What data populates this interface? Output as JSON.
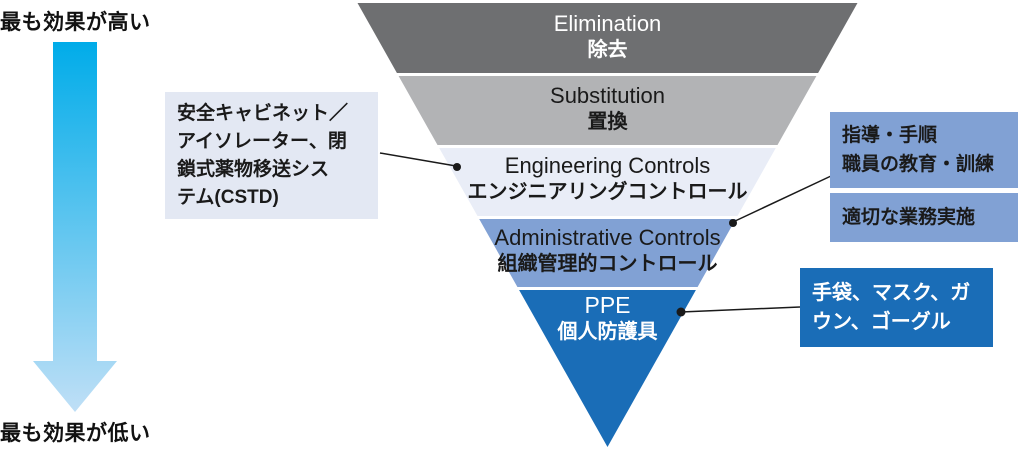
{
  "colors": {
    "background": "#ffffff",
    "leader_line": "#1a1a1a",
    "arrow_gradient_top": "#00ace9",
    "arrow_gradient_bottom": "#bfdff6"
  },
  "effectiveness_scale": {
    "high_label": "最も効果が高い",
    "low_label": "最も効果が低い",
    "arrow_icon": "down-arrow"
  },
  "pyramid": {
    "type": "inverted-pyramid-hierarchy-of-controls",
    "levels": [
      {
        "name_en": "Elimination",
        "name_ja": "除去",
        "fill": "#6e6f71",
        "text_color": "#ffffff"
      },
      {
        "name_en": "Substitution",
        "name_ja": "置換",
        "fill": "#b2b3b5",
        "text_color": "#1a1a1a"
      },
      {
        "name_en": "Engineering Controls",
        "name_ja": "エンジニアリングコントロール",
        "fill": "#e9edf7",
        "text_color": "#1a1a1a"
      },
      {
        "name_en": "Administrative Controls",
        "name_ja": "組織管理的コントロール",
        "fill": "#81a1d4",
        "text_color": "#1a1a1a"
      },
      {
        "name_en": "PPE",
        "name_ja": "個人防護具",
        "fill": "#1a6db7",
        "text_color": "#ffffff"
      }
    ]
  },
  "callouts": {
    "engineering_examples": {
      "lines": [
        "安全キャビネット／",
        "アイソレーター、閉",
        "鎖式薬物移送シス",
        "テム(CSTD)"
      ],
      "bg": "#e3e8f3",
      "text_color": "#1a1a1a"
    },
    "administrative_examples_1": {
      "lines": [
        "指導・手順",
        "職員の教育・訓練"
      ],
      "bg": "#81a1d4",
      "text_color": "#1a1a1a"
    },
    "administrative_examples_2": {
      "lines": [
        "適切な業務実施"
      ],
      "bg": "#81a1d4",
      "text_color": "#1a1a1a"
    },
    "ppe_examples": {
      "lines": [
        "手袋、マスク、ガ",
        "ウン、ゴーグル"
      ],
      "bg": "#1a6db7",
      "text_color": "#ffffff"
    }
  }
}
